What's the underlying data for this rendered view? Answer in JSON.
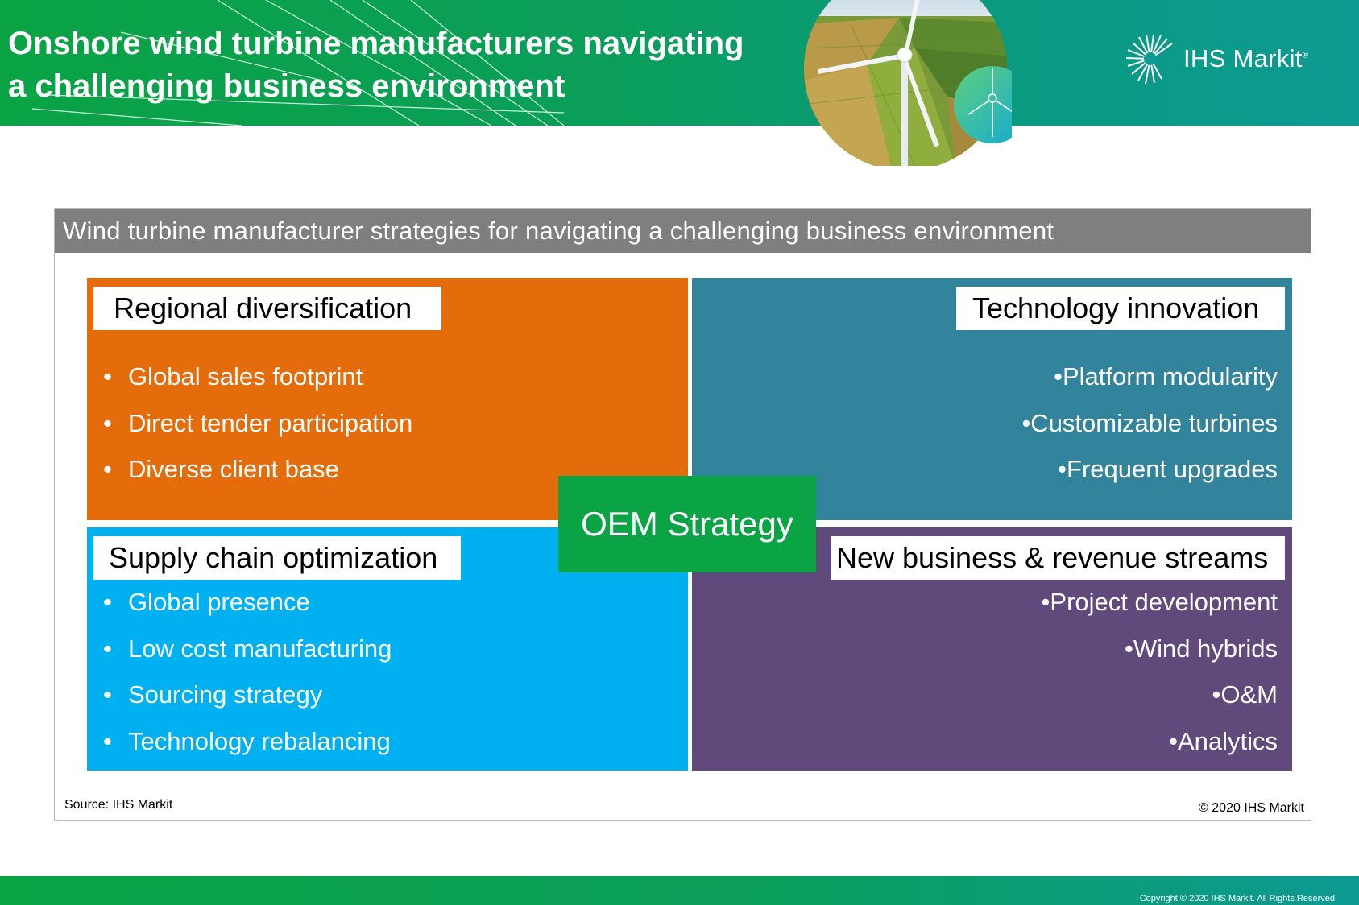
{
  "header": {
    "title_line1": "Onshore wind turbine manufacturers navigating",
    "title_line2": "a challenging business environment",
    "logo_text": "IHS Markit",
    "logo_mark": "®"
  },
  "panel": {
    "title": "Wind turbine manufacturer strategies for navigating a challenging business environment",
    "center_label": "OEM Strategy",
    "quadrants": [
      {
        "label": "Regional diversification",
        "color": "#e46c0a",
        "items": [
          "Global sales footprint",
          "Direct tender participation",
          "Diverse client base"
        ]
      },
      {
        "label": "Technology innovation",
        "color": "#31849b",
        "items": [
          "Platform modularity",
          "Customizable turbines",
          "Frequent upgrades"
        ]
      },
      {
        "label": "Supply chain optimization",
        "color": "#00b0f0",
        "items": [
          "Global presence",
          "Low cost manufacturing",
          "Sourcing strategy",
          "Technology rebalancing"
        ]
      },
      {
        "label": "New business & revenue streams",
        "color": "#604a7b",
        "items": [
          "Project development",
          "Wind hybrids",
          "O&M",
          "Analytics"
        ]
      }
    ],
    "source": "Source: IHS Markit",
    "copyright": "© 2020 IHS Markit"
  },
  "footer": {
    "copyright": "Copyright © 2020 IHS Markit. All Rights Reserved"
  },
  "colors": {
    "brand_green": "#0aa344",
    "brand_teal": "#0d9a92",
    "panel_header_gray": "#7f7f7f"
  },
  "icons": [
    "ihs-markit-logo-icon",
    "wind-turbine-photo",
    "wind-turbine-badge-icon"
  ]
}
